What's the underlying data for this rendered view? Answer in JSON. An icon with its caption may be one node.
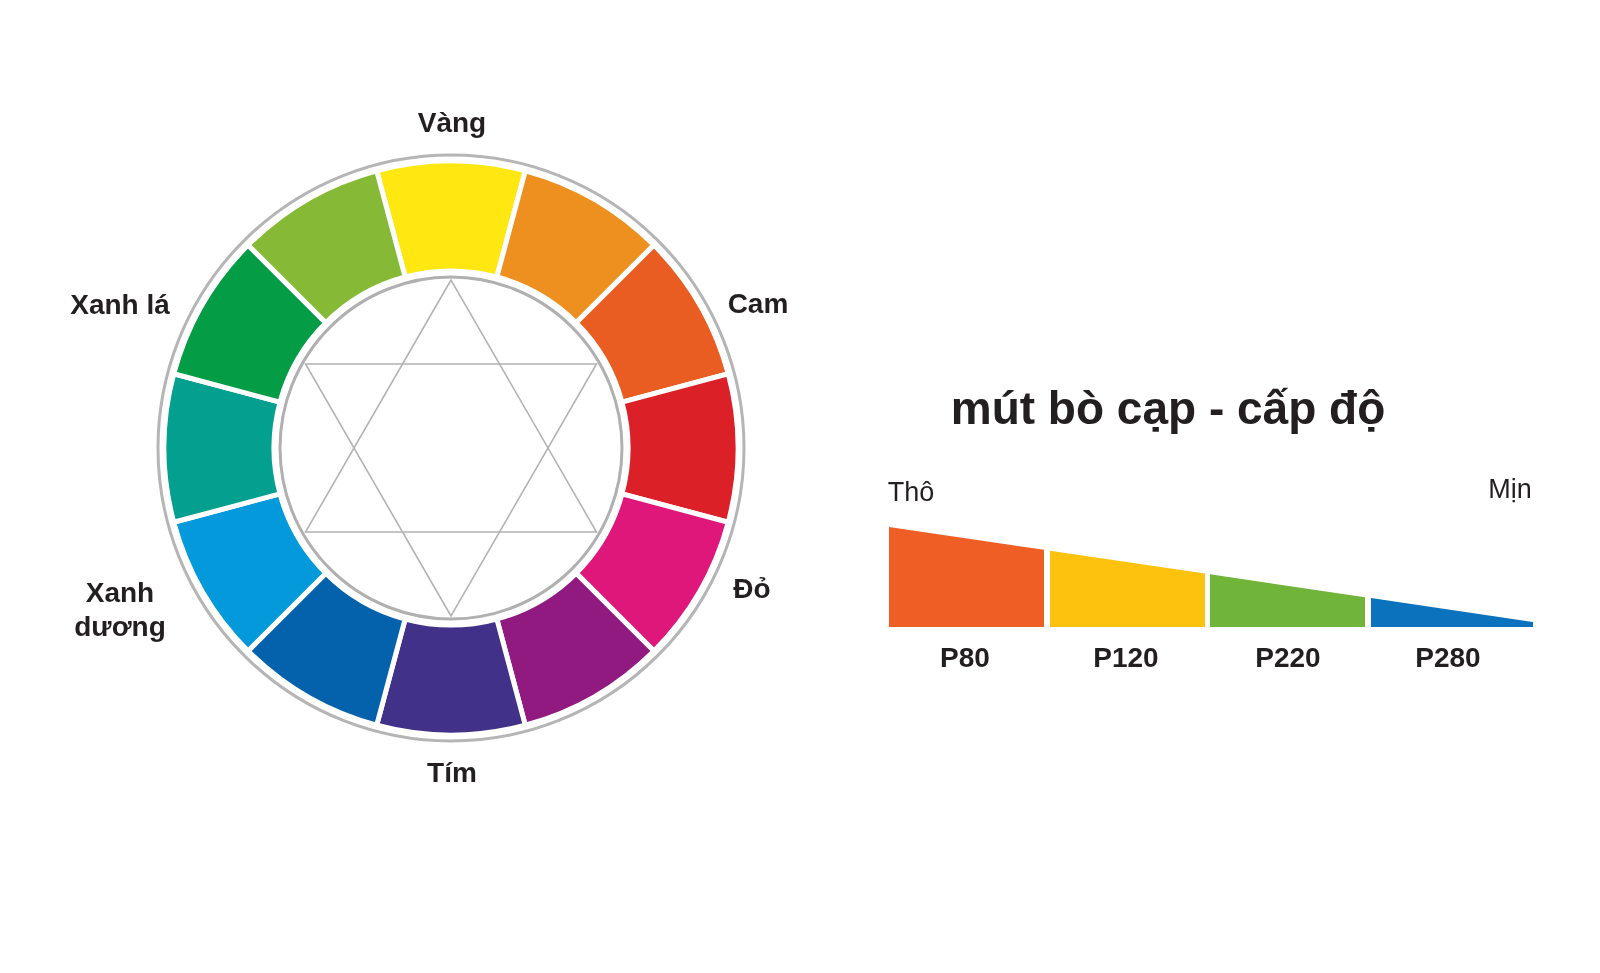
{
  "diagram": {
    "title": "mút bò cạp - cấp độ",
    "labels": [
      "Vàng",
      "Xanh lá",
      "Cam",
      "Thô",
      "Mịn",
      "Xanh dương",
      "Đỏ",
      "P80",
      "P120",
      "P220",
      "P280",
      "Tím"
    ]
  }
}
